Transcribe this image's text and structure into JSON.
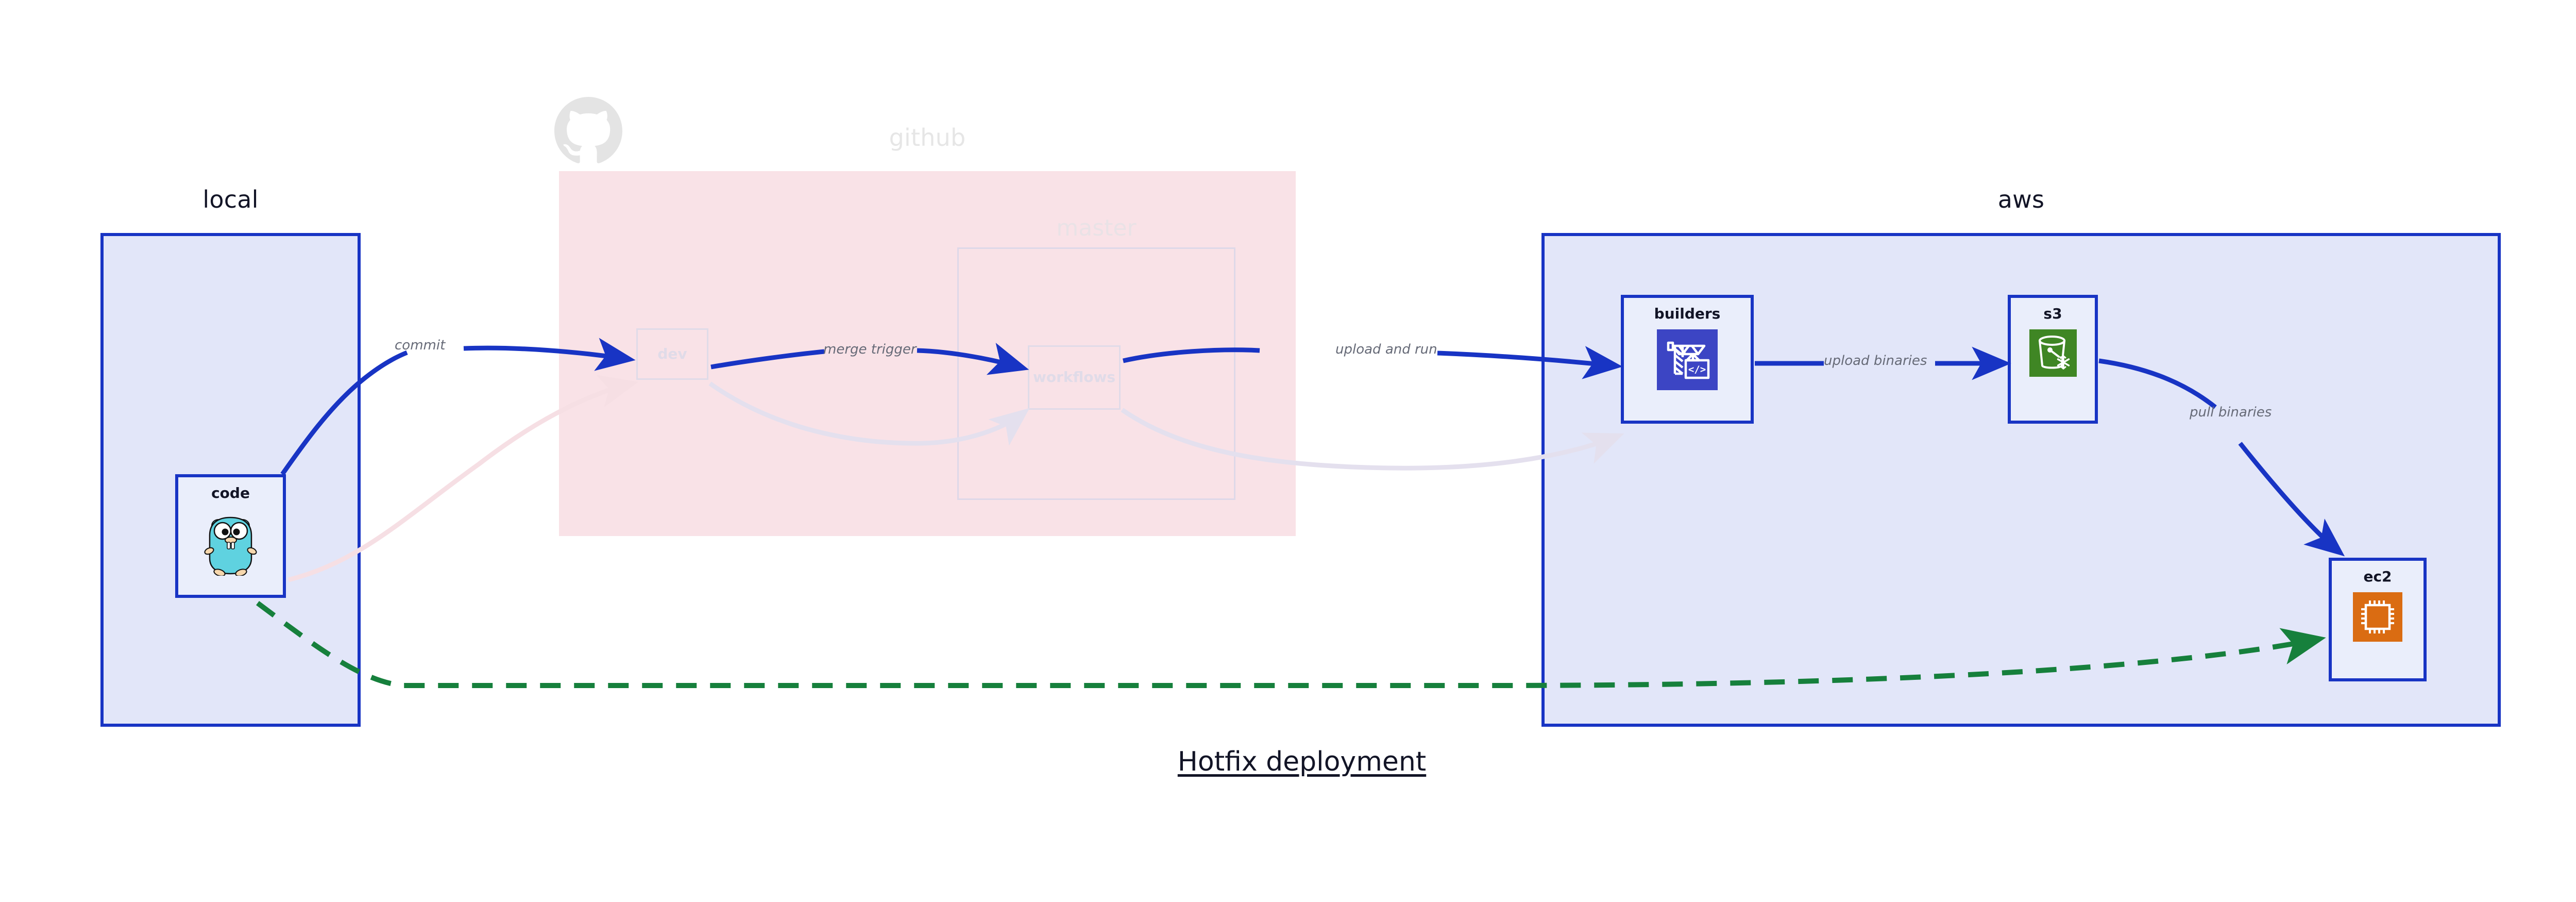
{
  "diagram": {
    "title": "Hotfix deployment",
    "type": "deployment-flow-diagram"
  },
  "colors": {
    "edge_blue": "#1834c4",
    "container_blue_fill": "#e2e6f9",
    "container_blue_border": "#1834c4",
    "node_fill": "#eaeefb",
    "github_pink_fill": "#f9e2e7",
    "faded_border": "#e0dbe8",
    "label_gray": "#666a77",
    "dashed_green": "#16803c",
    "codebuild_blue": "#3c45c4",
    "s3_glacier_green": "#3f8624",
    "ec2_orange": "#da6c12",
    "gopher_cyan": "#5fd2e0",
    "github_logo_gray": "#e4e4e4"
  },
  "groups": [
    {
      "id": "local",
      "label": "local",
      "style": "active"
    },
    {
      "id": "github",
      "label": "github",
      "style": "faded"
    },
    {
      "id": "aws",
      "label": "aws",
      "style": "active"
    }
  ],
  "subgroups": [
    {
      "id": "master",
      "label": "master",
      "parent": "github",
      "style": "faded"
    }
  ],
  "nodes": [
    {
      "id": "code",
      "label": "code",
      "group": "local",
      "icon": "go-gopher-icon",
      "style": "active"
    },
    {
      "id": "dev",
      "label": "dev",
      "group": "github",
      "icon": "none",
      "style": "faded"
    },
    {
      "id": "workflows",
      "label": "workflows",
      "group": "master",
      "icon": "none",
      "style": "faded"
    },
    {
      "id": "builders",
      "label": "builders",
      "group": "aws",
      "icon": "aws-codebuild-icon",
      "style": "active"
    },
    {
      "id": "s3",
      "label": "s3",
      "group": "aws",
      "icon": "aws-s3-glacier-icon",
      "style": "active"
    },
    {
      "id": "ec2",
      "label": "ec2",
      "group": "aws",
      "icon": "aws-ec2-icon",
      "style": "active"
    }
  ],
  "edges": [
    {
      "id": "e1",
      "from": "code",
      "to": "dev",
      "label": "commit",
      "style": "solid",
      "color": "#1834c4",
      "emphasis": "active"
    },
    {
      "id": "e2",
      "from": "dev",
      "to": "workflows",
      "label": "merge trigger",
      "style": "solid",
      "color": "#1834c4",
      "emphasis": "active"
    },
    {
      "id": "e3",
      "from": "workflows",
      "to": "builders",
      "label": "upload and run",
      "style": "solid",
      "color": "#1834c4",
      "emphasis": "active"
    },
    {
      "id": "e4",
      "from": "builders",
      "to": "s3",
      "label": "upload binaries",
      "style": "solid",
      "color": "#1834c4",
      "emphasis": "active"
    },
    {
      "id": "e5",
      "from": "s3",
      "to": "ec2",
      "label": "pull binaries",
      "style": "solid",
      "color": "#1834c4",
      "emphasis": "active"
    },
    {
      "id": "e6",
      "from": "code",
      "to": "ec2",
      "label": "",
      "style": "dashed",
      "color": "#16803c",
      "emphasis": "active"
    },
    {
      "id": "e7",
      "from": "code",
      "to": "dev",
      "label": "",
      "style": "solid",
      "color": "#f6dfe4",
      "emphasis": "faded"
    },
    {
      "id": "e8",
      "from": "dev",
      "to": "workflows",
      "label": "",
      "style": "solid",
      "color": "#e4e0ee",
      "emphasis": "faded"
    },
    {
      "id": "e9",
      "from": "workflows",
      "to": "builders",
      "label": "",
      "style": "solid",
      "color": "#e4e0ee",
      "emphasis": "faded"
    }
  ],
  "branding": {
    "github_logo": "github-octocat-icon"
  }
}
